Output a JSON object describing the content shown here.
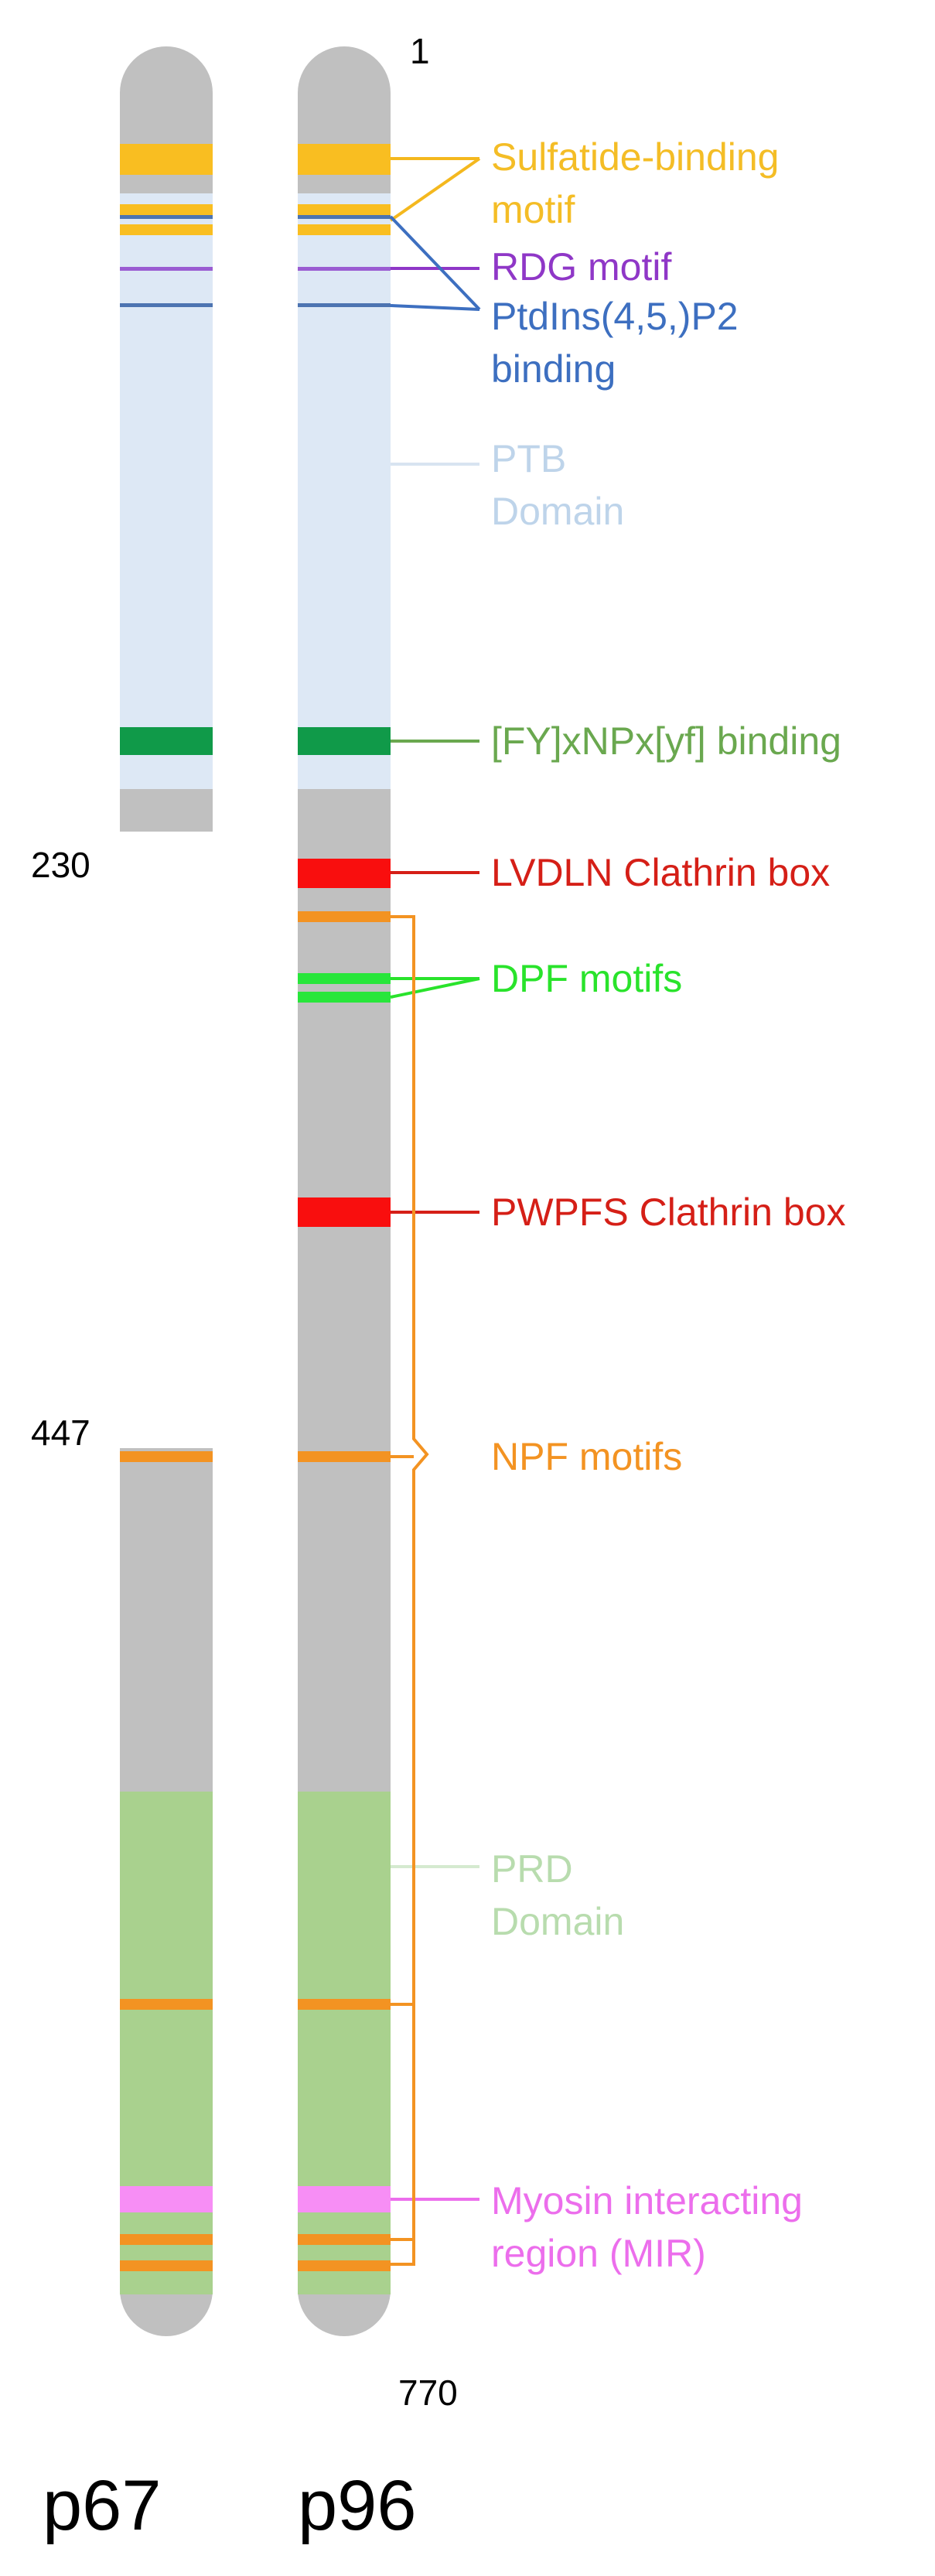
{
  "isoforms": [
    {
      "id": "p67",
      "label": "p67"
    },
    {
      "id": "p96",
      "label": "p96"
    }
  ],
  "residue_labels": {
    "start": "1",
    "p67_end": "230",
    "p67_resume": "447",
    "end": "770"
  },
  "features": [
    {
      "id": "sulfatide",
      "text": [
        "Sulfatide-binding",
        "motif"
      ],
      "color": "#f4bd26"
    },
    {
      "id": "rdg",
      "text": [
        "RDG motif"
      ],
      "color": "#8f37c7"
    },
    {
      "id": "ptdins",
      "text": [
        "PtdIns(4,5,)P2",
        "binding"
      ],
      "color": "#3d6fc0"
    },
    {
      "id": "ptb",
      "text": [
        "PTB",
        "Domain"
      ],
      "color": "#bed4ea"
    },
    {
      "id": "fyxnpx",
      "text": [
        "[FY]xNPx[yf] binding"
      ],
      "color": "#6aa84f"
    },
    {
      "id": "lvdln",
      "text": [
        "LVDLN Clathrin box"
      ],
      "color": "#d51f17"
    },
    {
      "id": "dpf",
      "text": [
        "DPF motifs"
      ],
      "color": "#29e32b"
    },
    {
      "id": "pwpfs",
      "text": [
        "PWPFS Clathrin box"
      ],
      "color": "#d51f17"
    },
    {
      "id": "npf",
      "text": [
        "NPF motifs"
      ],
      "color": "#f39322"
    },
    {
      "id": "prd",
      "text": [
        "PRD",
        "Domain"
      ],
      "color": "#b8dcae"
    },
    {
      "id": "mir",
      "text": [
        "Myosin interacting",
        "region (MIR)"
      ],
      "color": "#ec6eec"
    }
  ],
  "colors": {
    "backbone": "#c0c0c0",
    "ptb_region": "#dde8f5",
    "prd_region": "#a9d18e",
    "sulfatide": "#f9be21",
    "ptdins": "#4d74b1",
    "rdg": "#9a5cd2",
    "fyxnpx": "#109a49",
    "clathrin": "#f90e0e",
    "dpf": "#28e63b",
    "npf": "#f39322",
    "mir": "#f78ef5"
  }
}
